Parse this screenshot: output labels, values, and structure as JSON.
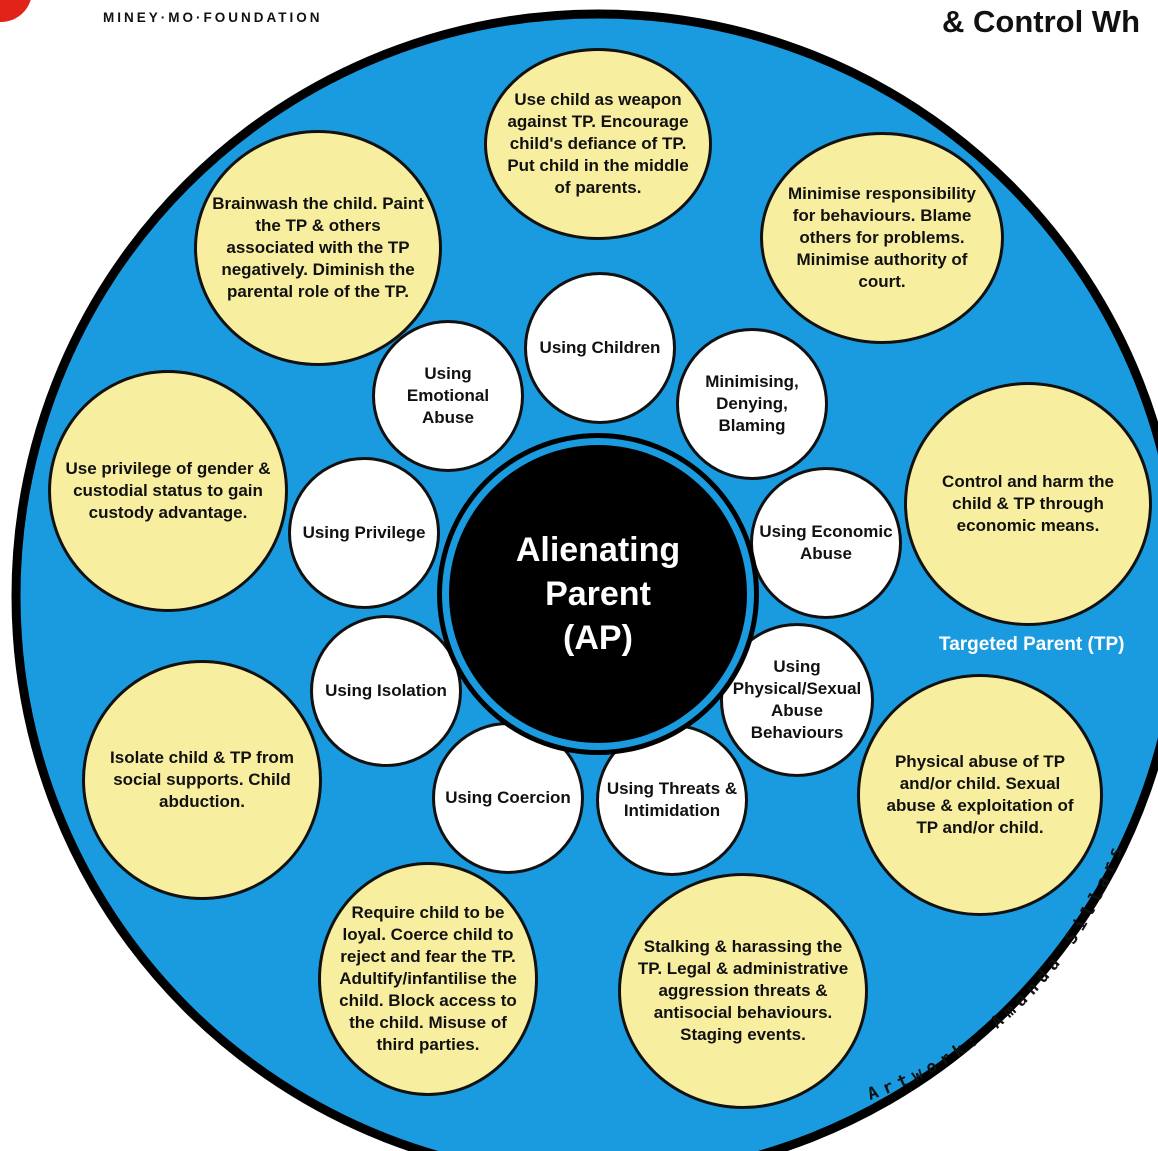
{
  "header": {
    "foundation": "MINEY·MO·FOUNDATION",
    "title_fragment": "& Control Wh"
  },
  "center": {
    "line1": "Alienating",
    "line2": "Parent",
    "line3": "(AP)"
  },
  "tp_label": "Targeted Parent (TP)",
  "credit": "Artwork: Amanda Sillars",
  "tactics": {
    "children": "Using Children",
    "minimising": "Minimising, Denying, Blaming",
    "economic": "Using Economic Abuse",
    "physical": "Using Physical/Sexual Abuse Behaviours",
    "threats": "Using Threats & Intimidation",
    "coercion": "Using Coercion",
    "isolation": "Using Isolation",
    "privilege": "Using Privilege",
    "emotional": "Using Emotional Abuse"
  },
  "descriptions": {
    "children": "Use child as weapon against TP. Encourage child's defiance of TP. Put child in the middle of parents.",
    "minimising": "Minimise responsibility for behaviours. Blame others for problems. Minimise authority of court.",
    "economic": "Control and harm the child & TP through economic means.",
    "physical": "Physical abuse of TP and/or child. Sexual abuse & exploitation of TP and/or child.",
    "threats": "Stalking & harassing the TP. Legal & administrative aggression threats & antisocial behaviours. Staging events.",
    "coercion": "Require child to be loyal. Coerce child to reject and fear the TP. Adultify/infantilise the child. Block access to the child. Misuse of third parties.",
    "isolation": "Isolate child & TP from social supports. Child abduction.",
    "privilege": "Use privilege of gender & custodial status to gain custody advantage.",
    "emotional": "Brainwash the child. Paint the TP & others associated with the TP negatively. Diminish the parental role of the TP."
  },
  "colors": {
    "ring": "#1a9be0",
    "outer_fill": "#f8eea0",
    "inner_fill": "#ffffff",
    "center_fill": "#000000",
    "logo_red": "#e2231a"
  }
}
